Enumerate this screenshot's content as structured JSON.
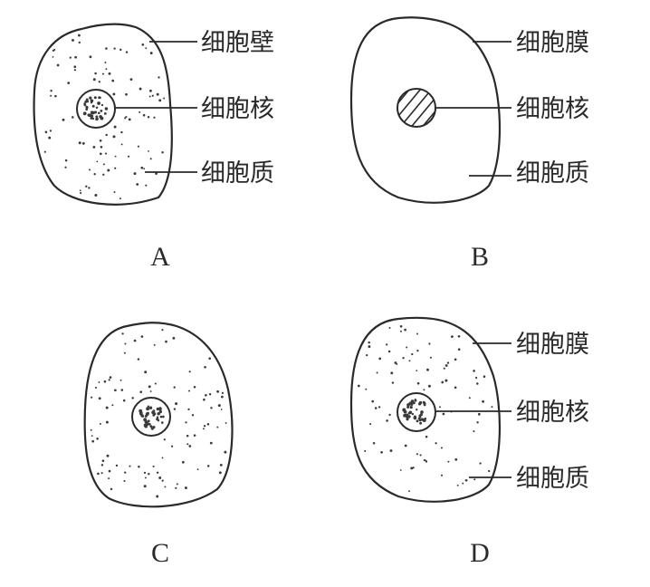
{
  "panels": [
    {
      "letter": "A",
      "labels": [
        "细胞壁",
        "细胞核",
        "细胞质"
      ]
    },
    {
      "letter": "B",
      "labels": [
        "细胞膜",
        "细胞核",
        "细胞质"
      ]
    },
    {
      "letter": "C",
      "labels": []
    },
    {
      "letter": "D",
      "labels": [
        "细胞膜",
        "细胞核",
        "细胞质"
      ]
    }
  ]
}
